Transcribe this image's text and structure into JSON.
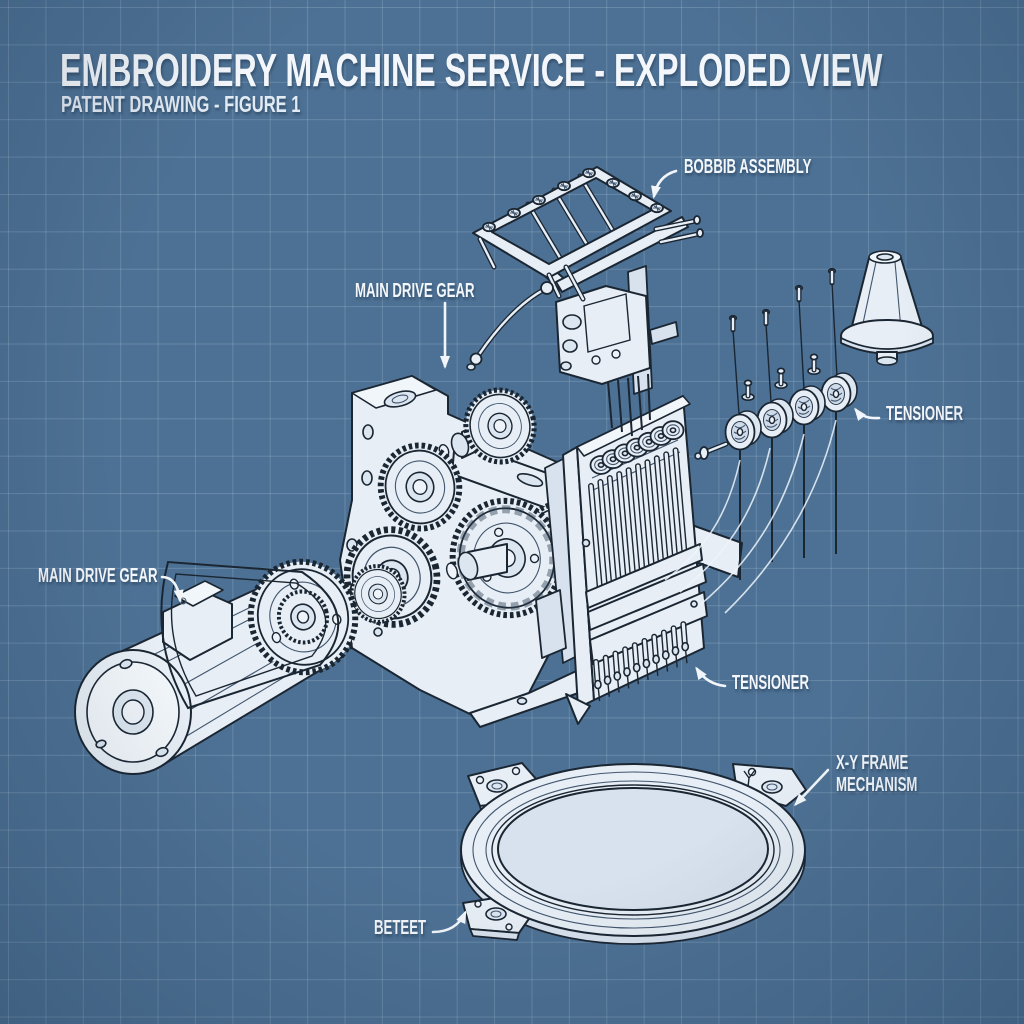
{
  "header": {
    "title": "EMBROIDERY MACHINE SERVICE - EXPLODED VIEW",
    "subtitle": "PATENT DRAWING - FIGURE 1"
  },
  "figure": {
    "type": "patent-blueprint-exploded-view",
    "labels": {
      "bobbin_assembly": "BOBBIB ASSEMBLY",
      "main_drive_gear_top": "MAIN DRIVE GEAR",
      "main_drive_gear_left": "MAIN DRIVE GEAR",
      "tensioner_right": "TENSIONER",
      "tensioner_bottom": "TENSIONER",
      "xy_frame_line1": "X-Y FRAME",
      "xy_frame_line2": "MECHANISM",
      "beteet": "BETEET"
    },
    "colors": {
      "background": "#4D7194",
      "grid_line": "#8FACC8",
      "line_art_fill": "#E7EEF5",
      "line_art_stroke": "#1B2633",
      "label_text": "#F3F7FB"
    },
    "components": [
      "drive-motor",
      "drive-belt",
      "gear-train",
      "gearbox-plate",
      "needle-bar-case",
      "thread-take-up-head",
      "bobbin-frame-assembly",
      "thread-tensioner-discs",
      "thread-guide-pins",
      "thread-cone",
      "embroidery-hoop-frame"
    ]
  }
}
